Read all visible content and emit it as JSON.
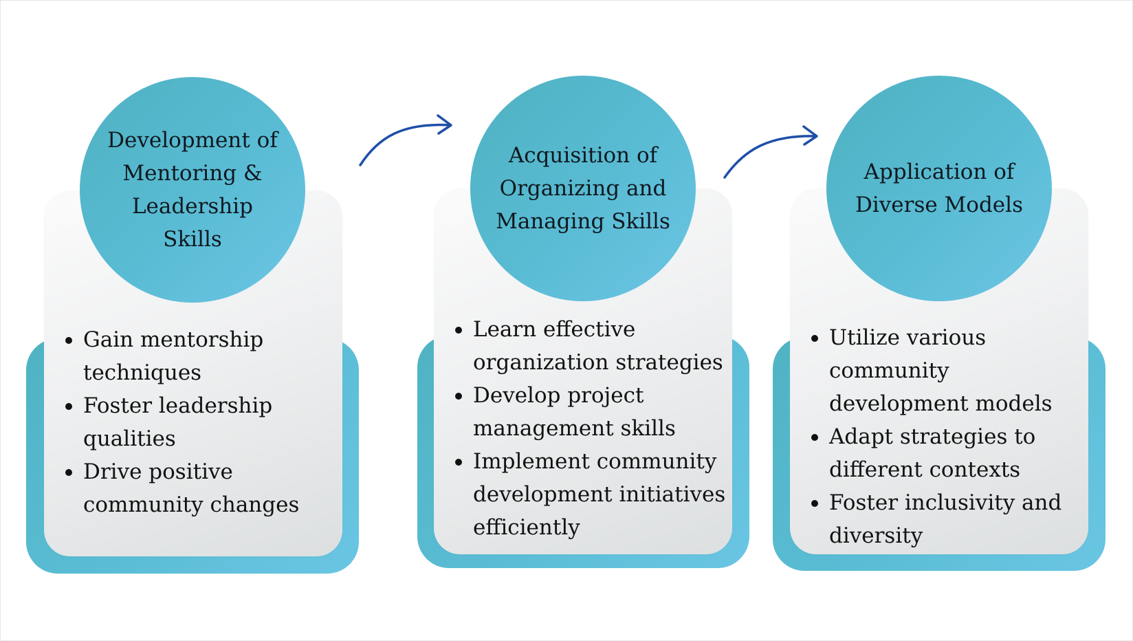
{
  "colors": {
    "teal": "#56b8ce",
    "card": "#eceeef",
    "arrow": "#1f4fa8",
    "text": "#121212"
  },
  "steps": [
    {
      "title": "Development of Mentoring & Leadership Skills",
      "items": [
        "Gain mentorship techniques",
        "Foster leadership qualities",
        "Drive positive community changes"
      ]
    },
    {
      "title": "Acquisition of Organizing and Managing Skills",
      "items": [
        "Learn effective organization strategies",
        "Develop project management skills",
        "Implement community development initiatives efficiently"
      ]
    },
    {
      "title": "Application of Diverse Models",
      "items": [
        "Utilize various community development models",
        "Adapt strategies to different contexts",
        "Foster inclusivity and diversity"
      ]
    }
  ],
  "connectors": [
    {
      "icon": "curved-arrow-icon"
    },
    {
      "icon": "curved-arrow-icon"
    }
  ]
}
